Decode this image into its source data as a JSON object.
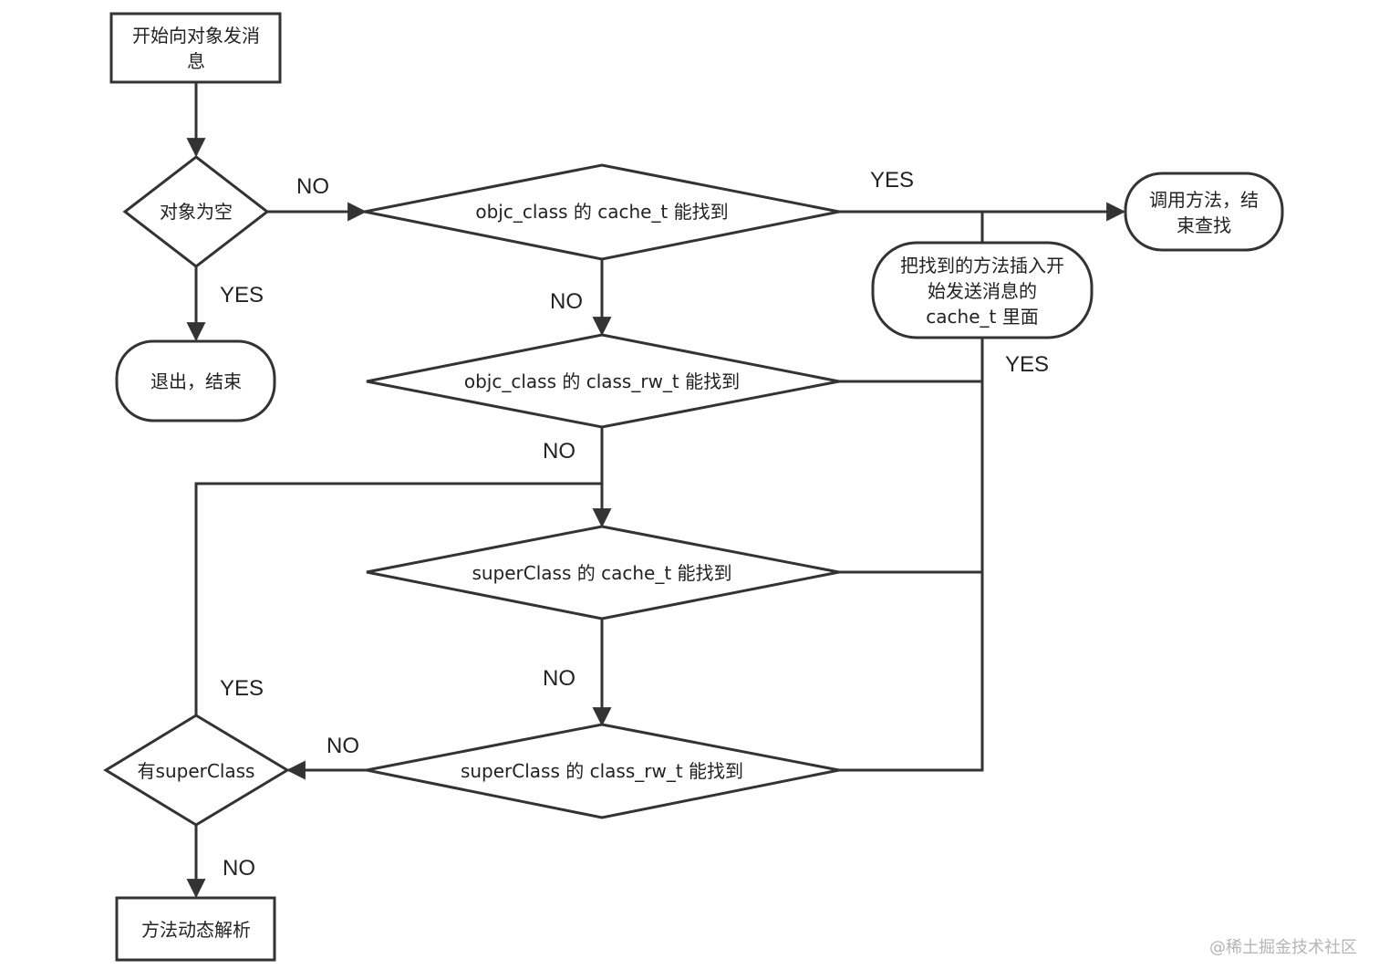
{
  "nodes": {
    "start_line1": "开始向对象发消",
    "start_line2": "息",
    "is_nil": "对象为空",
    "exit": "退出，结束",
    "objc_cache": "objc_class 的 cache_t 能找到",
    "objc_rw": "objc_class 的 class_rw_t 能找到",
    "super_cache": "superClass 的 cache_t 能找到",
    "super_rw": "superClass 的 class_rw_t 能找到",
    "has_super": "有superClass",
    "dynamic_resolve": "方法动态解析",
    "insert_line1": "把找到的方法插入开",
    "insert_line2": "始发送消息的",
    "insert_line3": "cache_t 里面",
    "call_line1": "调用方法，结",
    "call_line2": "束查找"
  },
  "labels": {
    "nil_no": "NO",
    "nil_yes": "YES",
    "cache_yes": "YES",
    "cache_no": "NO",
    "rw_yes": "YES",
    "rw_no": "NO",
    "super_cache_no": "NO",
    "super_rw_no": "NO",
    "has_super_yes": "YES",
    "has_super_no": "NO"
  },
  "watermark": "@稀土掘金技术社区",
  "colors": {
    "stroke": "#333333",
    "background": "#ffffff",
    "watermark": "#b5b5b5"
  }
}
